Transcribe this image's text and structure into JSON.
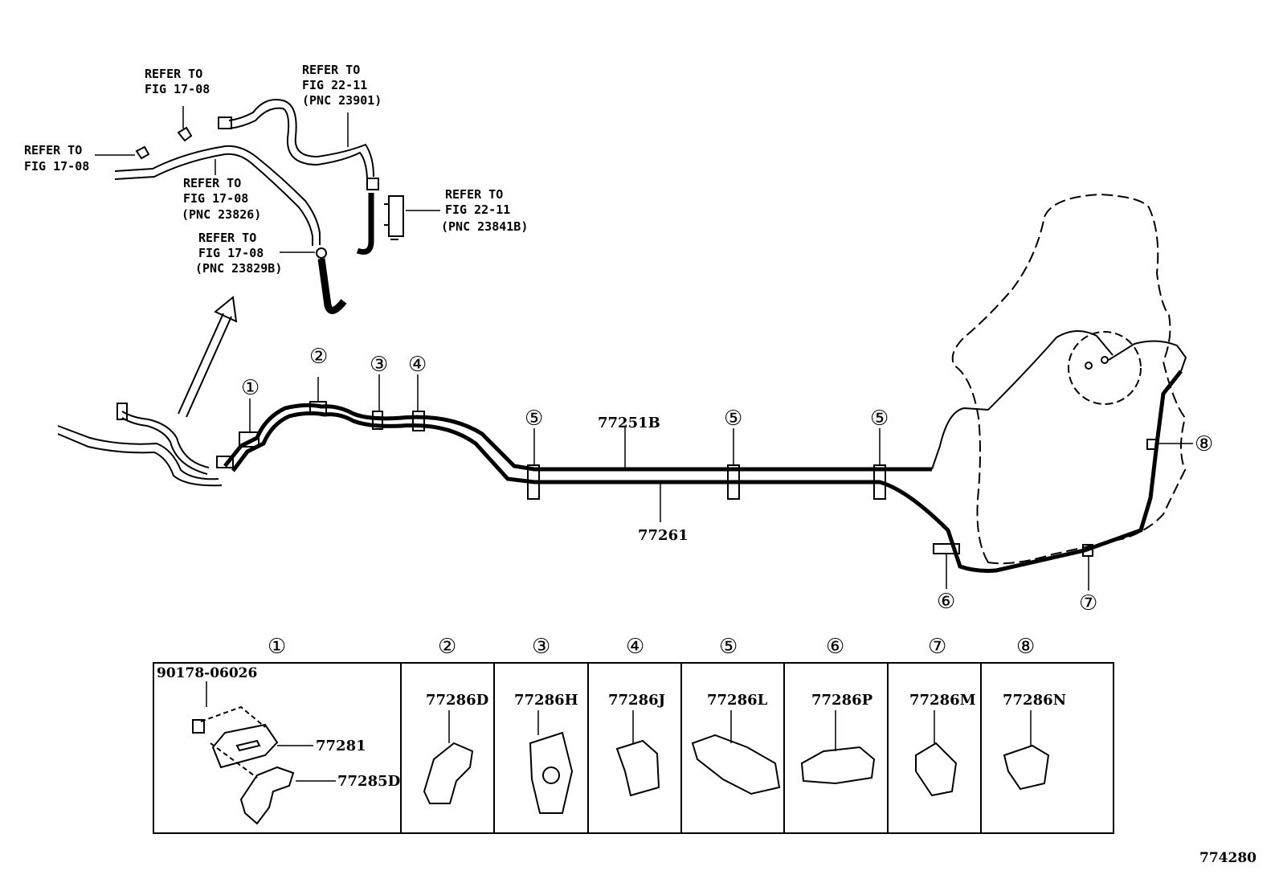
{
  "callouts": {
    "refer_a": [
      "REFER TO",
      "FIG 17-08"
    ],
    "refer_b": [
      "REFER TO",
      "FIG 17-08"
    ],
    "refer_c": [
      "REFER TO",
      "FIG 22-11",
      "(PNC 23901)"
    ],
    "refer_d": [
      "REFER TO",
      "FIG 17-08",
      "(PNC 23826)"
    ],
    "refer_e": [
      "REFER TO",
      "FIG 22-11",
      "(PNC 23841B)"
    ],
    "refer_f": [
      "REFER TO",
      "FIG 17-08",
      "(PNC 23829B)"
    ]
  },
  "main": {
    "tube_upper": "77251B",
    "tube_lower": "77261",
    "clamp_markers": [
      "①",
      "②",
      "③",
      "④",
      "⑤",
      "⑤",
      "⑤",
      "⑥",
      "⑦",
      "⑧"
    ]
  },
  "parts_table": {
    "headers": [
      "①",
      "②",
      "③",
      "④",
      "⑤",
      "⑥",
      "⑦",
      "⑧"
    ],
    "cell1": {
      "bolt": "90178-06026",
      "bracket": "77281",
      "clamp": "77285D"
    },
    "cells": [
      "77286D",
      "77286H",
      "77286J",
      "77286L",
      "77286P",
      "77286M",
      "77286N"
    ]
  },
  "figure_number": "774280"
}
